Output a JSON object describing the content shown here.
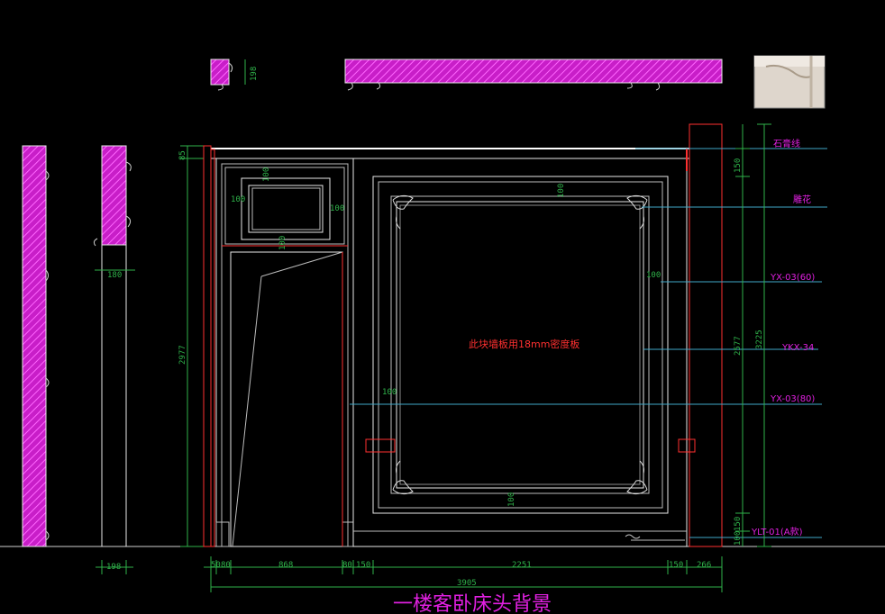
{
  "title": "一楼客卧床头背景",
  "note": "此块墙板用18mm密度板",
  "callouts": [
    "石膏线",
    "雕花",
    "YX-03(60)",
    "YKX-34",
    "YX-03(80)",
    "YLT-01(A款)"
  ],
  "dims": {
    "left_elev_height": "2977",
    "right_elev_total": "3225",
    "right_elev_main": "2577",
    "top_piece": "150",
    "bottom_piece": "150",
    "bottom_small": "100",
    "top_small": "85",
    "cornice_h": "198",
    "section_w": "180",
    "section_bottom": "198",
    "window_w": "100",
    "window_right": "100",
    "window_bottom": "100",
    "panel_top": "100",
    "panel_side": "100",
    "panel_left": "100",
    "panel_bottom": "100",
    "b1": "50",
    "b2": "80",
    "b3": "868",
    "b4": "80",
    "b5": "150",
    "b6": "2251",
    "b7": "150",
    "b8": "266",
    "total": "3905"
  },
  "colors": {
    "background": "#000000",
    "magenta": "#e020e0",
    "green": "#2fb24a",
    "red": "#ff3030",
    "white": "#e8e8e8",
    "leader": "#3fa8c8"
  }
}
